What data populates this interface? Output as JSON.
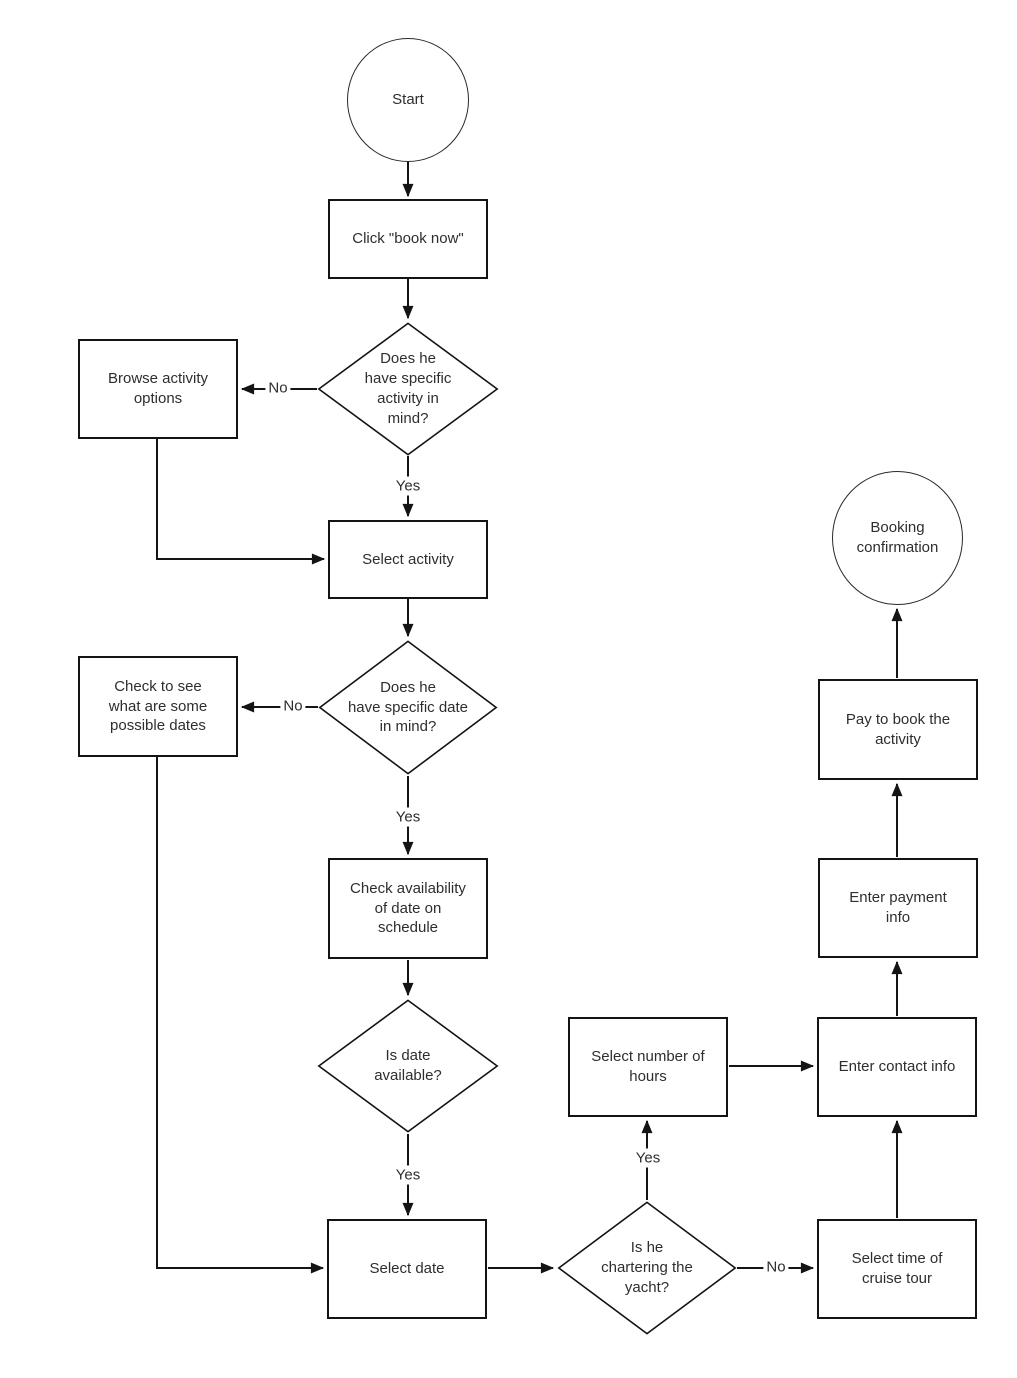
{
  "diagram": {
    "type": "flowchart",
    "topic": "Activity booking process",
    "colors": {
      "background": "#ffffff",
      "line": "#141414",
      "text": "#2e2e2e"
    }
  },
  "nodes": {
    "start": {
      "type": "terminator",
      "label": "Start"
    },
    "click_book_now": {
      "type": "process",
      "label": "Click \"book now\""
    },
    "has_activity": {
      "type": "decision",
      "label": "Does he\nhave specific\nactivity in\nmind?"
    },
    "browse_options": {
      "type": "process",
      "label": "Browse activity\noptions"
    },
    "select_activity": {
      "type": "process",
      "label": "Select activity"
    },
    "has_date": {
      "type": "decision",
      "label": "Does he\nhave specific date\nin mind?"
    },
    "check_possible_dates": {
      "type": "process",
      "label": "Check to see\nwhat are some\npossible dates"
    },
    "check_availability": {
      "type": "process",
      "label": "Check availability\nof date on\nschedule"
    },
    "date_available": {
      "type": "decision",
      "label": "Is date\navailable?"
    },
    "select_date": {
      "type": "process",
      "label": "Select date"
    },
    "chartering_yacht": {
      "type": "decision",
      "label": "Is he\nchartering the\nyacht?"
    },
    "select_hours": {
      "type": "process",
      "label": "Select number of\nhours"
    },
    "select_cruise_time": {
      "type": "process",
      "label": "Select time of\ncruise tour"
    },
    "enter_contact": {
      "type": "process",
      "label": "Enter contact info"
    },
    "enter_payment": {
      "type": "process",
      "label": "Enter payment\ninfo"
    },
    "pay_to_book": {
      "type": "process",
      "label": "Pay to book the\nactivity"
    },
    "booking_confirmation": {
      "type": "terminator",
      "label": "Booking\nconfirmation"
    }
  },
  "edge_labels": {
    "activity_no": "No",
    "activity_yes": "Yes",
    "date_no": "No",
    "date_yes": "Yes",
    "available_yes": "Yes",
    "charter_yes": "Yes",
    "charter_no": "No"
  },
  "connections": [
    {
      "from": "start",
      "to": "click_book_now",
      "label": ""
    },
    {
      "from": "click_book_now",
      "to": "has_activity",
      "label": ""
    },
    {
      "from": "has_activity",
      "to": "browse_options",
      "label": "No"
    },
    {
      "from": "has_activity",
      "to": "select_activity",
      "label": "Yes"
    },
    {
      "from": "browse_options",
      "to": "select_activity",
      "label": ""
    },
    {
      "from": "select_activity",
      "to": "has_date",
      "label": ""
    },
    {
      "from": "has_date",
      "to": "check_possible_dates",
      "label": "No"
    },
    {
      "from": "has_date",
      "to": "check_availability",
      "label": "Yes"
    },
    {
      "from": "check_possible_dates",
      "to": "select_date",
      "label": ""
    },
    {
      "from": "check_availability",
      "to": "date_available",
      "label": ""
    },
    {
      "from": "date_available",
      "to": "select_date",
      "label": "Yes"
    },
    {
      "from": "select_date",
      "to": "chartering_yacht",
      "label": ""
    },
    {
      "from": "chartering_yacht",
      "to": "select_hours",
      "label": "Yes"
    },
    {
      "from": "chartering_yacht",
      "to": "select_cruise_time",
      "label": "No"
    },
    {
      "from": "select_hours",
      "to": "enter_contact",
      "label": ""
    },
    {
      "from": "select_cruise_time",
      "to": "enter_contact",
      "label": ""
    },
    {
      "from": "enter_contact",
      "to": "enter_payment",
      "label": ""
    },
    {
      "from": "enter_payment",
      "to": "pay_to_book",
      "label": ""
    },
    {
      "from": "pay_to_book",
      "to": "booking_confirmation",
      "label": ""
    }
  ]
}
